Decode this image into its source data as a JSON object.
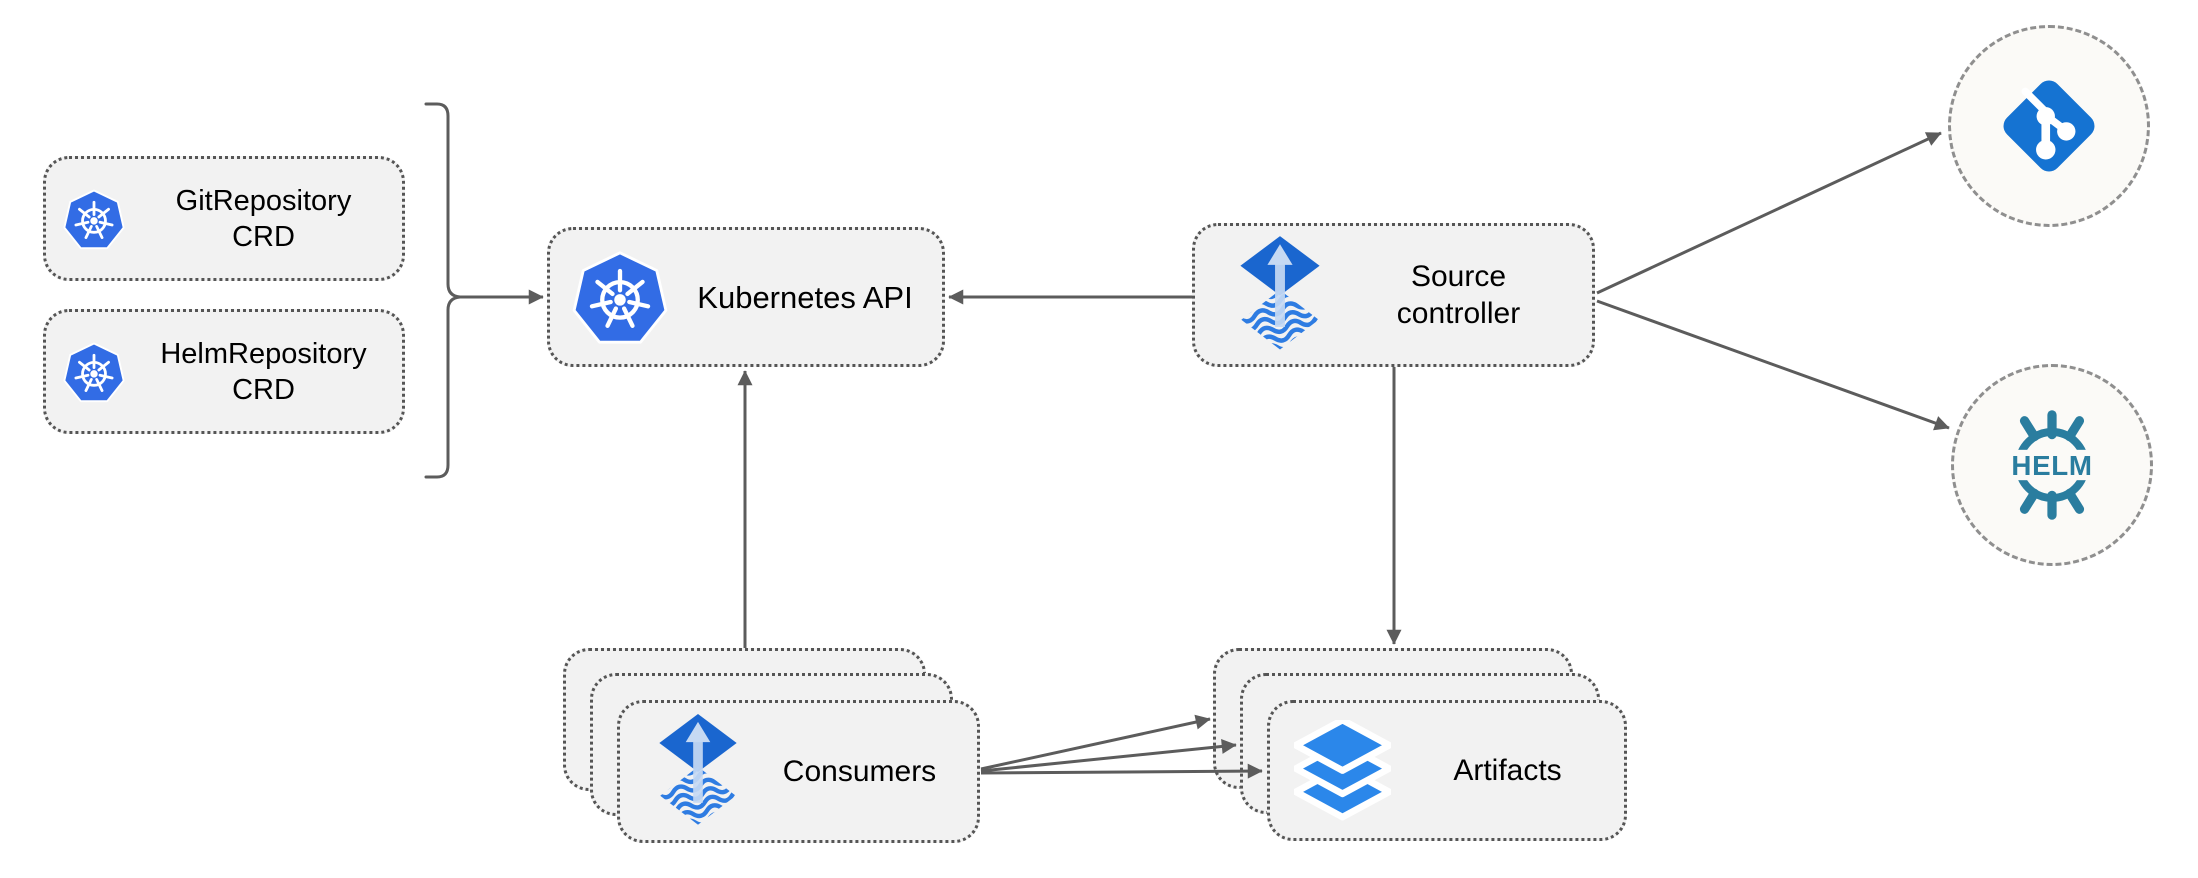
{
  "diagram": {
    "description": "Flux source-controller architecture diagram",
    "nodes": {
      "git_repository_crd": {
        "line1": "GitRepository",
        "line2": "CRD",
        "icon": "kubernetes-icon"
      },
      "helm_repository_crd": {
        "line1": "HelmRepository",
        "line2": "CRD",
        "icon": "kubernetes-icon"
      },
      "kubernetes_api": {
        "label": "Kubernetes API",
        "icon": "kubernetes-icon"
      },
      "source_controller": {
        "line1": "Source",
        "line2": "controller",
        "icon": "flux-source-icon"
      },
      "consumers": {
        "label": "Consumers",
        "icon": "flux-source-icon",
        "stacked": 3
      },
      "artifacts": {
        "label": "Artifacts",
        "icon": "layers-icon",
        "stacked": 3
      },
      "git_remote": {
        "icon": "git-icon"
      },
      "helm_remote": {
        "icon": "helm-icon",
        "icon_text": "HELM"
      }
    },
    "edges": [
      {
        "from": "crd-group-bracket",
        "to": "kubernetes-api",
        "arrow": true
      },
      {
        "from": "source-controller",
        "to": "kubernetes-api",
        "arrow": true
      },
      {
        "from": "consumers",
        "to": "kubernetes-api",
        "arrow": true
      },
      {
        "from": "source-controller",
        "to": "artifacts",
        "arrow": true
      },
      {
        "from": "source-controller",
        "to": "git-remote",
        "arrow": true
      },
      {
        "from": "source-controller",
        "to": "helm-remote",
        "arrow": true
      },
      {
        "from": "consumers",
        "to": "artifacts-back",
        "arrow": true
      },
      {
        "from": "consumers",
        "to": "artifacts-middle",
        "arrow": true
      },
      {
        "from": "consumers",
        "to": "artifacts-front",
        "arrow": true
      }
    ],
    "colors": {
      "background": "#ffffff",
      "box_fill": "#f2f2f2",
      "box_border_dotted": "#555555",
      "circle_fill": "#fbfaf7",
      "circle_border_dashed": "#8f8f8f",
      "arrow": "#5c5c5c",
      "kubernetes_blue": "#326ce5",
      "flux_diamond_blue": "#1a66cf",
      "flux_wave_blue": "#2e7ce2",
      "flux_arrow_light_blue": "#c5d9f3",
      "layers_blue": "#2b87ea",
      "git_blue": "#1573d2",
      "helm_teal": "#2a7d9f",
      "text": "#000000"
    }
  }
}
